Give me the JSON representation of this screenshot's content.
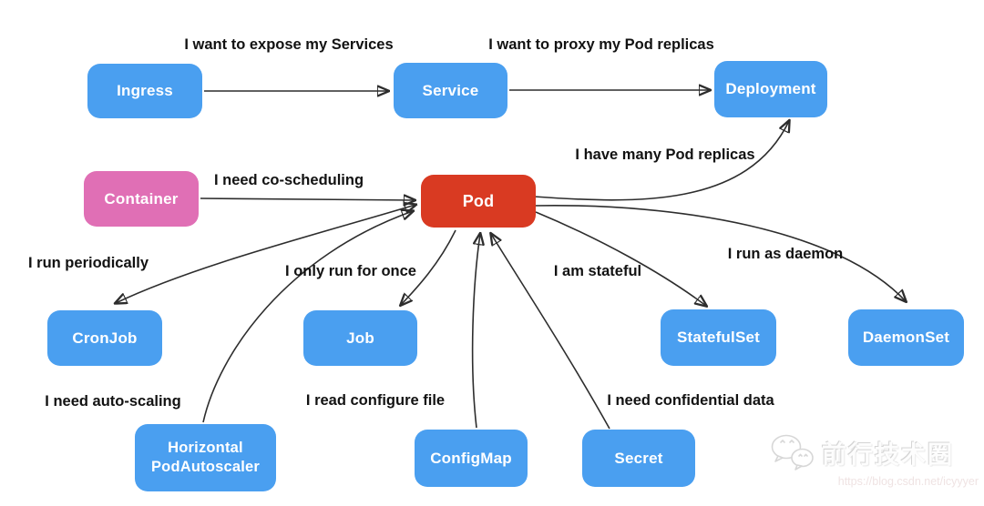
{
  "diagram": {
    "nodes": {
      "ingress": {
        "label": "Ingress"
      },
      "service": {
        "label": "Service"
      },
      "deployment": {
        "label": "Deployment"
      },
      "container": {
        "label": "Container"
      },
      "pod": {
        "label": "Pod"
      },
      "cronjob": {
        "label": "CronJob"
      },
      "job": {
        "label": "Job"
      },
      "statefulset": {
        "label": "StatefulSet"
      },
      "daemonset": {
        "label": "DaemonSet"
      },
      "hpa": {
        "line1": "Horizontal",
        "line2": "PodAutoscaler"
      },
      "configmap": {
        "label": "ConfigMap"
      },
      "secret": {
        "label": "Secret"
      }
    },
    "edge_labels": {
      "expose": "I want to expose my Services",
      "proxy": "I want to proxy my Pod replicas",
      "coscheduling": "I need co-scheduling",
      "replicas": "I have many Pod replicas",
      "periodically": "I run periodically",
      "once": "I only run for once",
      "stateful": "I am stateful",
      "daemon": "I run as daemon",
      "autoscaling": "I need auto-scaling",
      "configure": "I read configure file",
      "confidential": "I need confidential data"
    },
    "colors": {
      "node_blue": "#4A9FF0",
      "node_pink": "#E06FB5",
      "node_red": "#D93A22",
      "arrow": "#2d2d2d",
      "label_text": "#121212",
      "node_text": "#ffffff"
    }
  },
  "watermark": {
    "brand": "前行技术圈",
    "url": "https://blog.csdn.net/icyyyer"
  }
}
